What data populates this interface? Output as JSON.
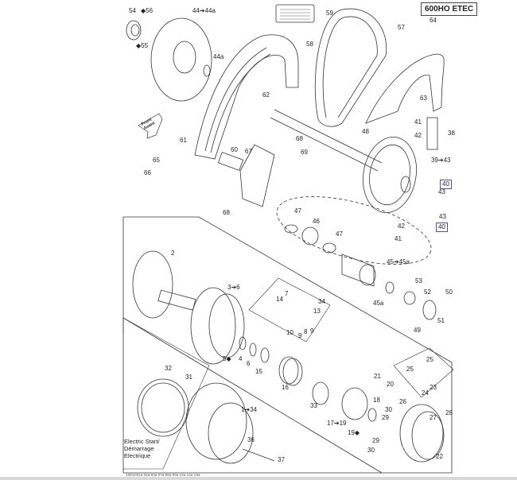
{
  "model_label": "600HO ETEC",
  "front_arrow": {
    "line1": "Front",
    "line2": "Avant"
  },
  "electric_start": {
    "line1": "Electric Start/",
    "line2": "Démarrage",
    "line3": "Electrique"
  },
  "drawing_code": "18M1001a-02a-03a-07a-08a-09a-13a-14a-19a",
  "callouts": [
    "54",
    "◆56",
    "◆55",
    "44➔44a",
    "44a",
    "59",
    "57",
    "64",
    "58",
    "62",
    "63",
    "41",
    "42",
    "48",
    "38",
    "68",
    "69",
    "39➔43",
    "40",
    "43",
    "61",
    "60",
    "67",
    "65",
    "66",
    "68",
    "47",
    "46",
    "47",
    "43",
    "40",
    "42",
    "41",
    "2",
    "45➔45a",
    "53",
    "52",
    "50",
    "7",
    "14",
    "34",
    "13",
    "3➔6",
    "51",
    "49",
    "10",
    "9",
    "8",
    "9",
    "45a",
    "5◆",
    "4",
    "6",
    "15",
    "16",
    "33",
    "25",
    "25",
    "23",
    "24",
    "21",
    "20",
    "18",
    "26",
    "30",
    "29",
    "28",
    "27",
    "17➔19",
    "19◆",
    "32",
    "31",
    "1➔34",
    "36",
    "37",
    "29",
    "30",
    "22"
  ]
}
